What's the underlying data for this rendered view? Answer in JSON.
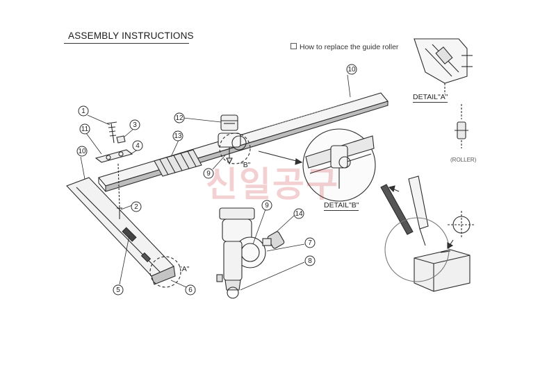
{
  "header": {
    "title": "ASSEMBLY INSTRUCTIONS"
  },
  "note": {
    "text": "How to replace the guide roller"
  },
  "labels": {
    "detail_a": "DETAIL\"A\"",
    "detail_b": "DETAIL\"B\"",
    "roller": "(ROLLER)",
    "marker_a": "\"A\"",
    "marker_b": "\"B\""
  },
  "callouts": [
    "1",
    "2",
    "3",
    "4",
    "5",
    "6",
    "7",
    "8",
    "9",
    "9",
    "10",
    "10",
    "11",
    "12",
    "13",
    "14"
  ],
  "watermark": {
    "text": "신일공구",
    "color": "#c82832"
  }
}
